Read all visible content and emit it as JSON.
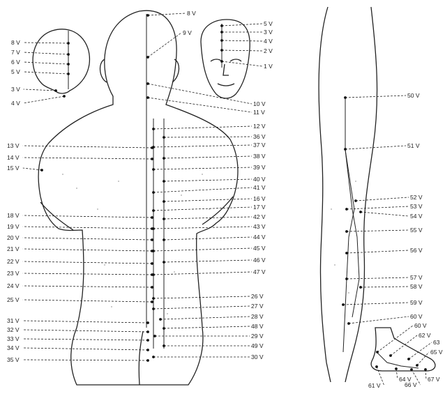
{
  "diagram": {
    "line_color": "#222222",
    "label_color": "#222222",
    "point_color": "#111111",
    "point_labels": [
      "8 V",
      "7 V",
      "6 V",
      "5 V",
      "3 V",
      "4 V",
      "8 V",
      "9 V",
      "5 V",
      "3 V",
      "4 V",
      "2 V",
      "1 V",
      "10 V",
      "11 V",
      "12 V",
      "36 V",
      "37 V",
      "38 V",
      "39 V",
      "40 V",
      "41 V",
      "16 V",
      "17 V",
      "42 V",
      "43 V",
      "44 V",
      "45 V",
      "46 V",
      "47 V",
      "26 V",
      "27 V",
      "28 V",
      "48 V",
      "29 V",
      "49 V",
      "30 V",
      "13 V",
      "14 V",
      "15 V",
      "18 V",
      "19 V",
      "20 V",
      "21 V",
      "22 V",
      "23 V",
      "24 V",
      "25 V",
      "31 V",
      "32 V",
      "33 V",
      "34 V",
      "35 V",
      "50 V",
      "51 V",
      "52 V",
      "53 V",
      "54 V",
      "55 V",
      "56 V",
      "57 V",
      "58 V",
      "59 V",
      "60 V",
      "60 V",
      "62 V",
      "63",
      "65 V",
      "61 V",
      "64 V",
      "66 V",
      "67 V"
    ]
  }
}
